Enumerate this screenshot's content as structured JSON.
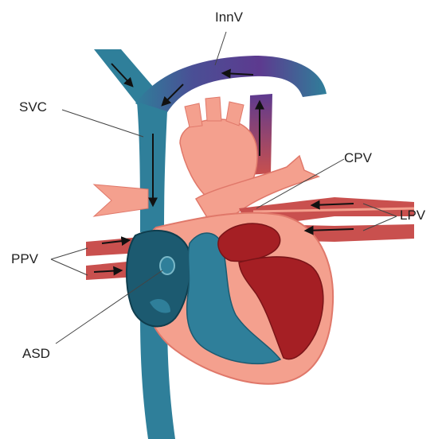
{
  "labels": {
    "innv": "InnV",
    "svc": "SVC",
    "cpv": "CPV",
    "lpv": "LPV",
    "ppv": "PPV",
    "asd": "ASD"
  },
  "colors": {
    "venous_blue": "#2f7f9a",
    "venous_dark": "#1c5a70",
    "innominate_purple": "#5b3d8f",
    "pink": "#f4a08e",
    "pink_outline": "#e0786a",
    "red": "#a51f24",
    "pv_red": "#c9504e"
  }
}
